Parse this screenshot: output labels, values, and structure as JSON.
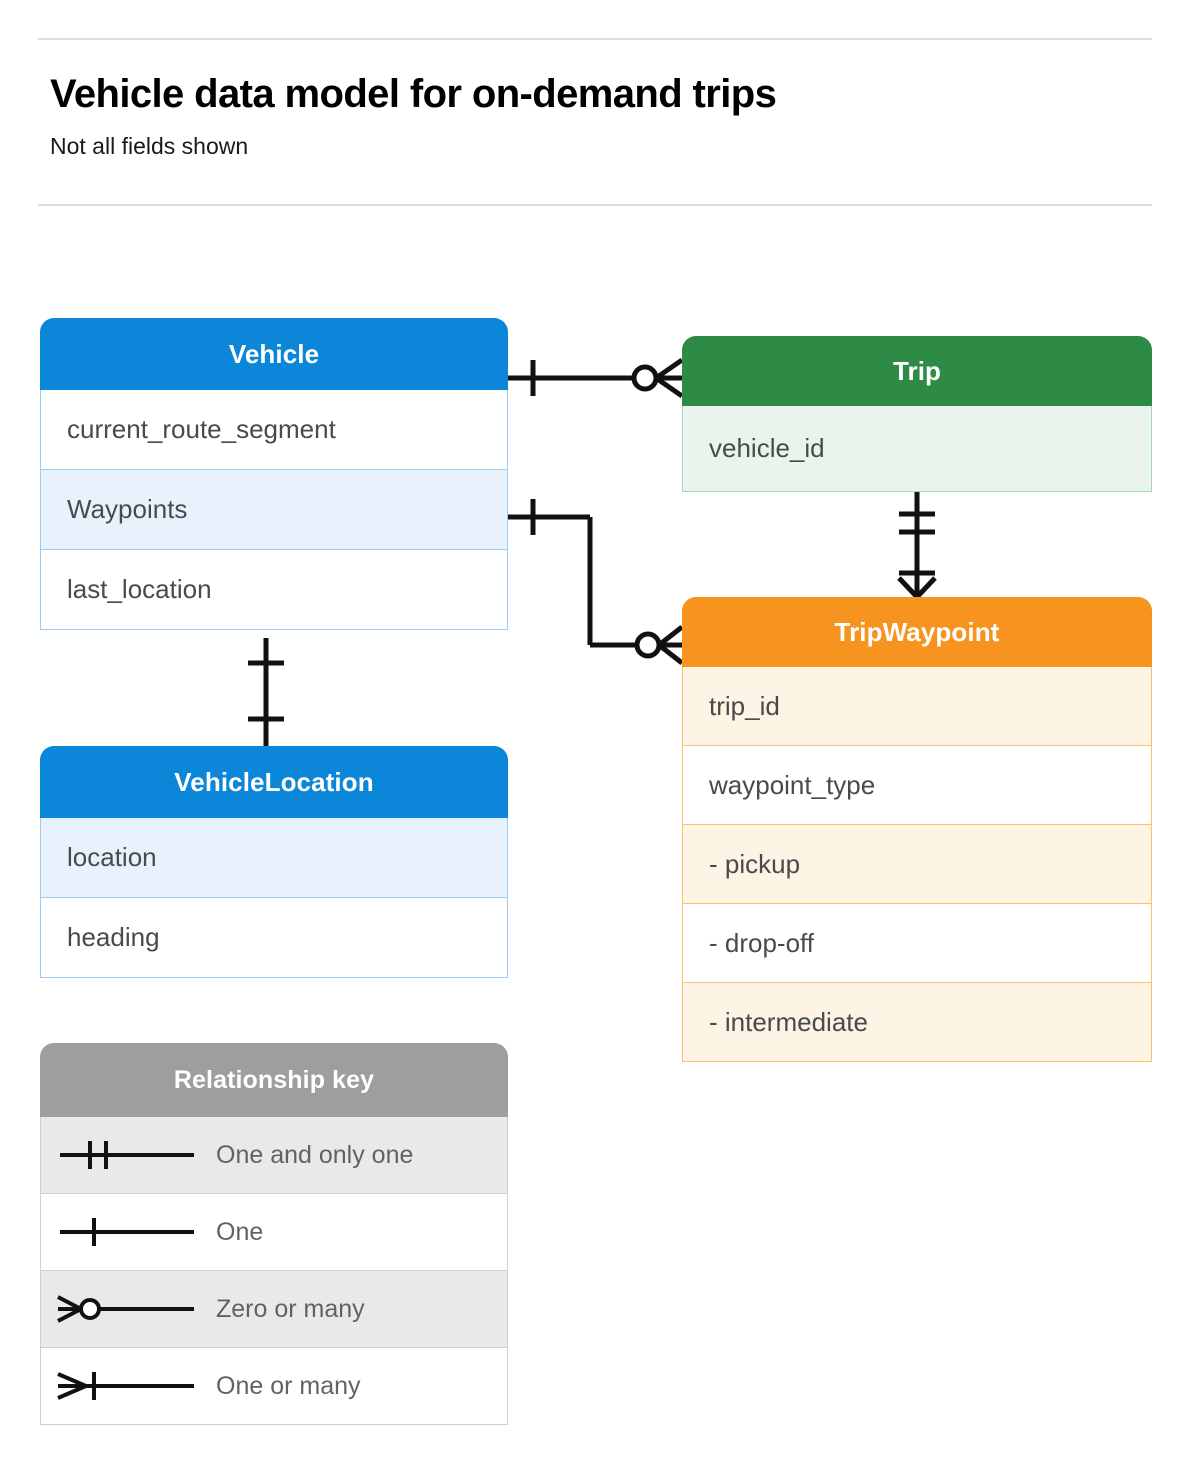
{
  "header": {
    "title": "Vehicle data model for on-demand trips",
    "subtitle": "Not all fields shown"
  },
  "entities": [
    {
      "id": "vehicle",
      "name": "Vehicle",
      "color": "#0b86d8",
      "rows": [
        {
          "label": "current_route_segment",
          "shaded": false
        },
        {
          "label": "Waypoints",
          "shaded": true
        },
        {
          "label": "last_location",
          "shaded": false
        }
      ]
    },
    {
      "id": "trip",
      "name": "Trip",
      "color": "#2e8b46",
      "rows": [
        {
          "label": "vehicle_id",
          "shaded": true
        }
      ]
    },
    {
      "id": "tripwaypoint",
      "name": "TripWaypoint",
      "color": "#f79420",
      "rows": [
        {
          "label": "trip_id",
          "shaded": true
        },
        {
          "label": "waypoint_type",
          "shaded": false
        },
        {
          "label": "-  pickup",
          "shaded": true
        },
        {
          "label": "-  drop-off",
          "shaded": false
        },
        {
          "label": "-  intermediate",
          "shaded": true
        }
      ]
    },
    {
      "id": "vehiclelocation",
      "name": "VehicleLocation",
      "color": "#0b86d8",
      "rows": [
        {
          "label": "location",
          "shaded": true
        },
        {
          "label": "heading",
          "shaded": false
        }
      ]
    }
  ],
  "legend": {
    "title": "Relationship key",
    "color": "#9e9e9e",
    "items": [
      {
        "symbol": "one-and-only-one",
        "label": "One and only one",
        "shaded": true
      },
      {
        "symbol": "one",
        "label": "One",
        "shaded": false
      },
      {
        "symbol": "zero-or-many",
        "label": "Zero or many",
        "shaded": true
      },
      {
        "symbol": "one-or-many",
        "label": "One or many",
        "shaded": false
      }
    ]
  },
  "relationships": [
    {
      "from": "Vehicle",
      "from_cardinality": "one",
      "to": "Trip",
      "to_cardinality": "zero or many"
    },
    {
      "from": "Vehicle.Waypoints",
      "from_cardinality": "one",
      "to": "TripWaypoint",
      "to_cardinality": "zero or many"
    },
    {
      "from": "Trip",
      "from_cardinality": "one and only one",
      "to": "TripWaypoint",
      "to_cardinality": "one or many"
    },
    {
      "from": "Vehicle",
      "from_cardinality": "one",
      "to": "VehicleLocation",
      "to_cardinality": "one"
    }
  ]
}
